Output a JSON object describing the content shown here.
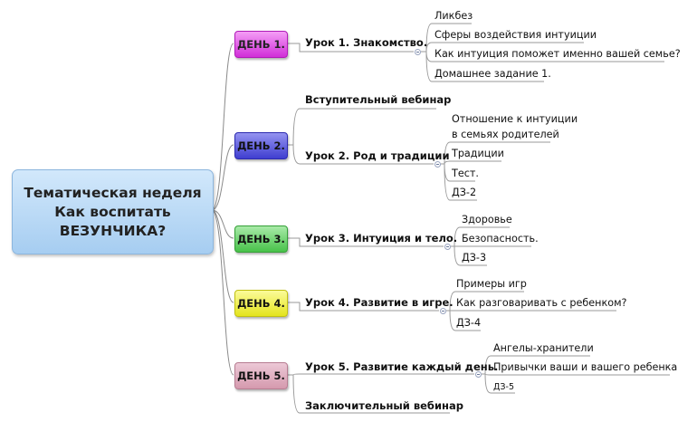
{
  "central": {
    "line1": "Тематическая неделя",
    "line2": "Как воспитать",
    "line3": "ВЕЗУНЧИКА?"
  },
  "days": [
    {
      "label": "ДЕНЬ 1.",
      "lesson": "Урок 1. Знакомство.",
      "topics": [
        "Ликбез",
        "Сферы воздействия интуиции",
        "Как интуиция поможет именно вашей семье?",
        "Домашнее задание 1."
      ]
    },
    {
      "label": "ДЕНЬ 2.",
      "intro": "Вступительный вебинар",
      "lesson": "Урок 2. Род и традиции",
      "topic1_line1": "Отношение к интуиции",
      "topic1_line2": "в семьях родителей",
      "topics": [
        "Традиции",
        "Тест.",
        "ДЗ-2"
      ]
    },
    {
      "label": "ДЕНЬ 3.",
      "lesson": "Урок 3. Интуиция и тело.",
      "topics": [
        "Здоровье",
        "Безопасность.",
        "ДЗ-3"
      ]
    },
    {
      "label": "ДЕНЬ 4.",
      "lesson": "Урок 4. Развитие в игре.",
      "topics": [
        "Примеры игр",
        "Как разговаривать с ребенком?",
        "ДЗ-4"
      ]
    },
    {
      "label": "ДЕНЬ 5.",
      "lesson": "Урок 5. Развитие каждый день.",
      "topics": [
        "Ангелы-хранители",
        "Привычки ваши и вашего ребенка",
        "ДЗ-5"
      ],
      "closing": "Заключительный вебинар"
    }
  ]
}
